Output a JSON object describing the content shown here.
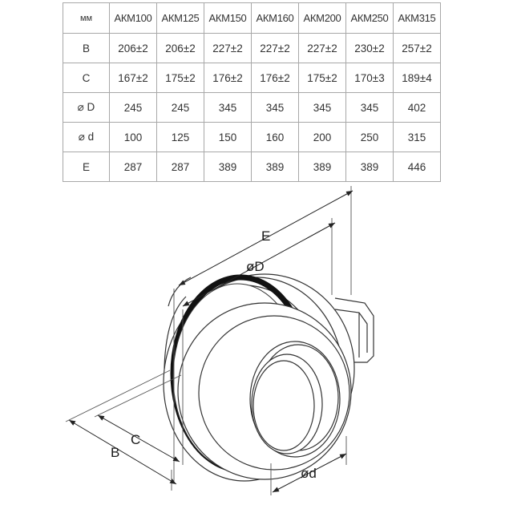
{
  "table": {
    "unit_label": "мм",
    "models": [
      "АКМ100",
      "АКМ125",
      "АКМ150",
      "АКМ160",
      "АКМ200",
      "АКМ250",
      "АКМ315"
    ],
    "rows": [
      {
        "label": "B",
        "values": [
          "206±2",
          "206±2",
          "227±2",
          "227±2",
          "227±2",
          "230±2",
          "257±2"
        ]
      },
      {
        "label": "C",
        "values": [
          "167±2",
          "175±2",
          "176±2",
          "176±2",
          "175±2",
          "170±3",
          "189±4"
        ]
      },
      {
        "label": "⌀ D",
        "values": [
          "245",
          "245",
          "345",
          "345",
          "345",
          "345",
          "402"
        ]
      },
      {
        "label": "⌀ d",
        "values": [
          "100",
          "125",
          "150",
          "160",
          "200",
          "250",
          "315"
        ]
      },
      {
        "label": "E",
        "values": [
          "287",
          "287",
          "389",
          "389",
          "389",
          "389",
          "446"
        ]
      }
    ]
  },
  "drawing": {
    "labels": {
      "E": "E",
      "D": "øD",
      "C": "C",
      "B": "B",
      "d": "ød"
    }
  }
}
